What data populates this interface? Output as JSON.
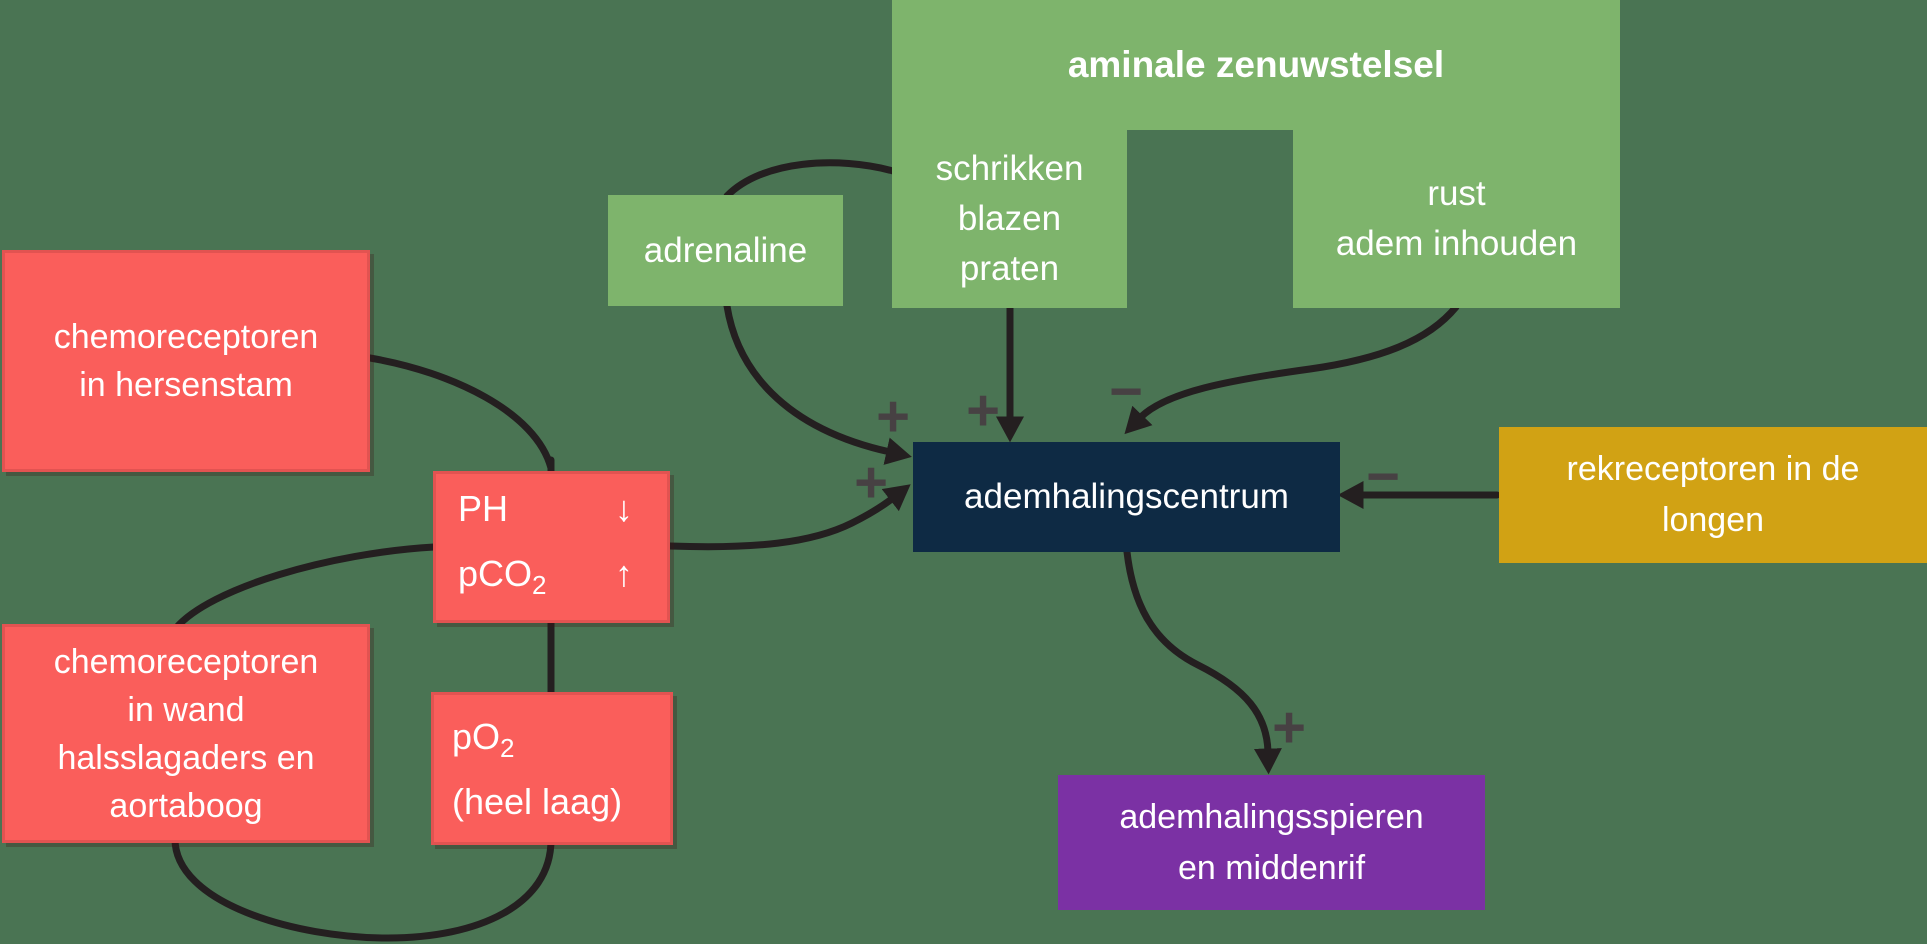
{
  "diagram_title_context": "regulation of the breathing center (Dutch biology schematic)",
  "colors": {
    "background": "#4A7453",
    "green_box": "#7EB46C",
    "red_box": "#FA5E5B",
    "navy_box": "#0E2A44",
    "gold_box": "#D1A214",
    "purple_box": "#7B31A4",
    "connector": "#241F20",
    "sign": "#474143",
    "text": "#FFFFFF"
  },
  "nodes": {
    "autonomic": {
      "title": "aminale zenuwstelsel",
      "excite": [
        "schrikken",
        "blazen",
        "praten"
      ],
      "inhibit": [
        "rust",
        "adem inhouden"
      ]
    },
    "adrenaline": {
      "label": "adrenaline"
    },
    "chemo_brainstem": {
      "lines": [
        "chemoreceptoren",
        "in hersenstam"
      ]
    },
    "chemo_wall": {
      "lines": [
        "chemoreceptoren",
        "in wand",
        "halsslagaders en",
        "aortaboog"
      ]
    },
    "ph": {
      "row1_main": "PH",
      "row1_sub": "",
      "row1_arrow": "↓",
      "row2_main": "pCO",
      "row2_sub": "2",
      "row2_arrow": "↑"
    },
    "po2": {
      "row1_main": "pO",
      "row1_sub": "2",
      "row2": "(heel laag)"
    },
    "center": {
      "label": "ademhalingscentrum"
    },
    "stretch_receptors": {
      "lines": [
        "rekreceptoren in de",
        "longen"
      ]
    },
    "muscles": {
      "lines": [
        "ademhalingsspieren",
        "en middenrif"
      ]
    }
  },
  "signs": {
    "adrenaline_to_center": {
      "label": "+"
    },
    "startle_to_center": {
      "label": "+"
    },
    "rest_to_center": {
      "label": "−"
    },
    "ph_to_center": {
      "label": "+"
    },
    "stretch_to_center": {
      "label": "−"
    },
    "center_to_muscles": {
      "label": "+"
    }
  }
}
